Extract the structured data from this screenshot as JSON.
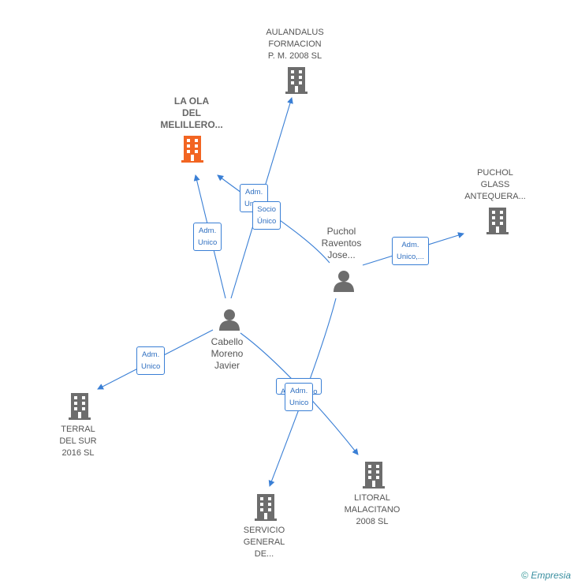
{
  "colors": {
    "edge": "#3a7fd5",
    "building": "#6d6d6d",
    "main_building": "#f26522",
    "person": "#6d6d6d"
  },
  "companies": {
    "aulandalus": "AULANDALUS\nFORMACION\nP.  M. 2008  SL",
    "laola": "LA OLA\nDEL\nMELILLERO...",
    "puchol_glass": "PUCHOL\nGLASS\nANTEQUERA...",
    "terral": "TERRAL\nDEL SUR\n2016  SL",
    "servicio": "SERVICIO\nGENERAL\nDE...",
    "litoral": "LITORAL\nMALACITANO\n2008  SL"
  },
  "persons": {
    "puchol": "Puchol\nRaventos\nJose...",
    "cabello": "Cabello\nMoreno\nJavier"
  },
  "edge_labels": {
    "cabello_aulandalus": "Adm.\nUnico",
    "puchol_laola": "Socio\nÚnico",
    "cabello_laola": "Adm.\nUnico",
    "puchol_glass": "Adm.\nUnico,...",
    "cabello_terral": "Adm.\nUnico",
    "puchol_servicio": "Apoderado\nr",
    "cabello_litoral": "Adm.\nUnico"
  },
  "footer": {
    "copyright": "©",
    "brand": "Empresia"
  }
}
